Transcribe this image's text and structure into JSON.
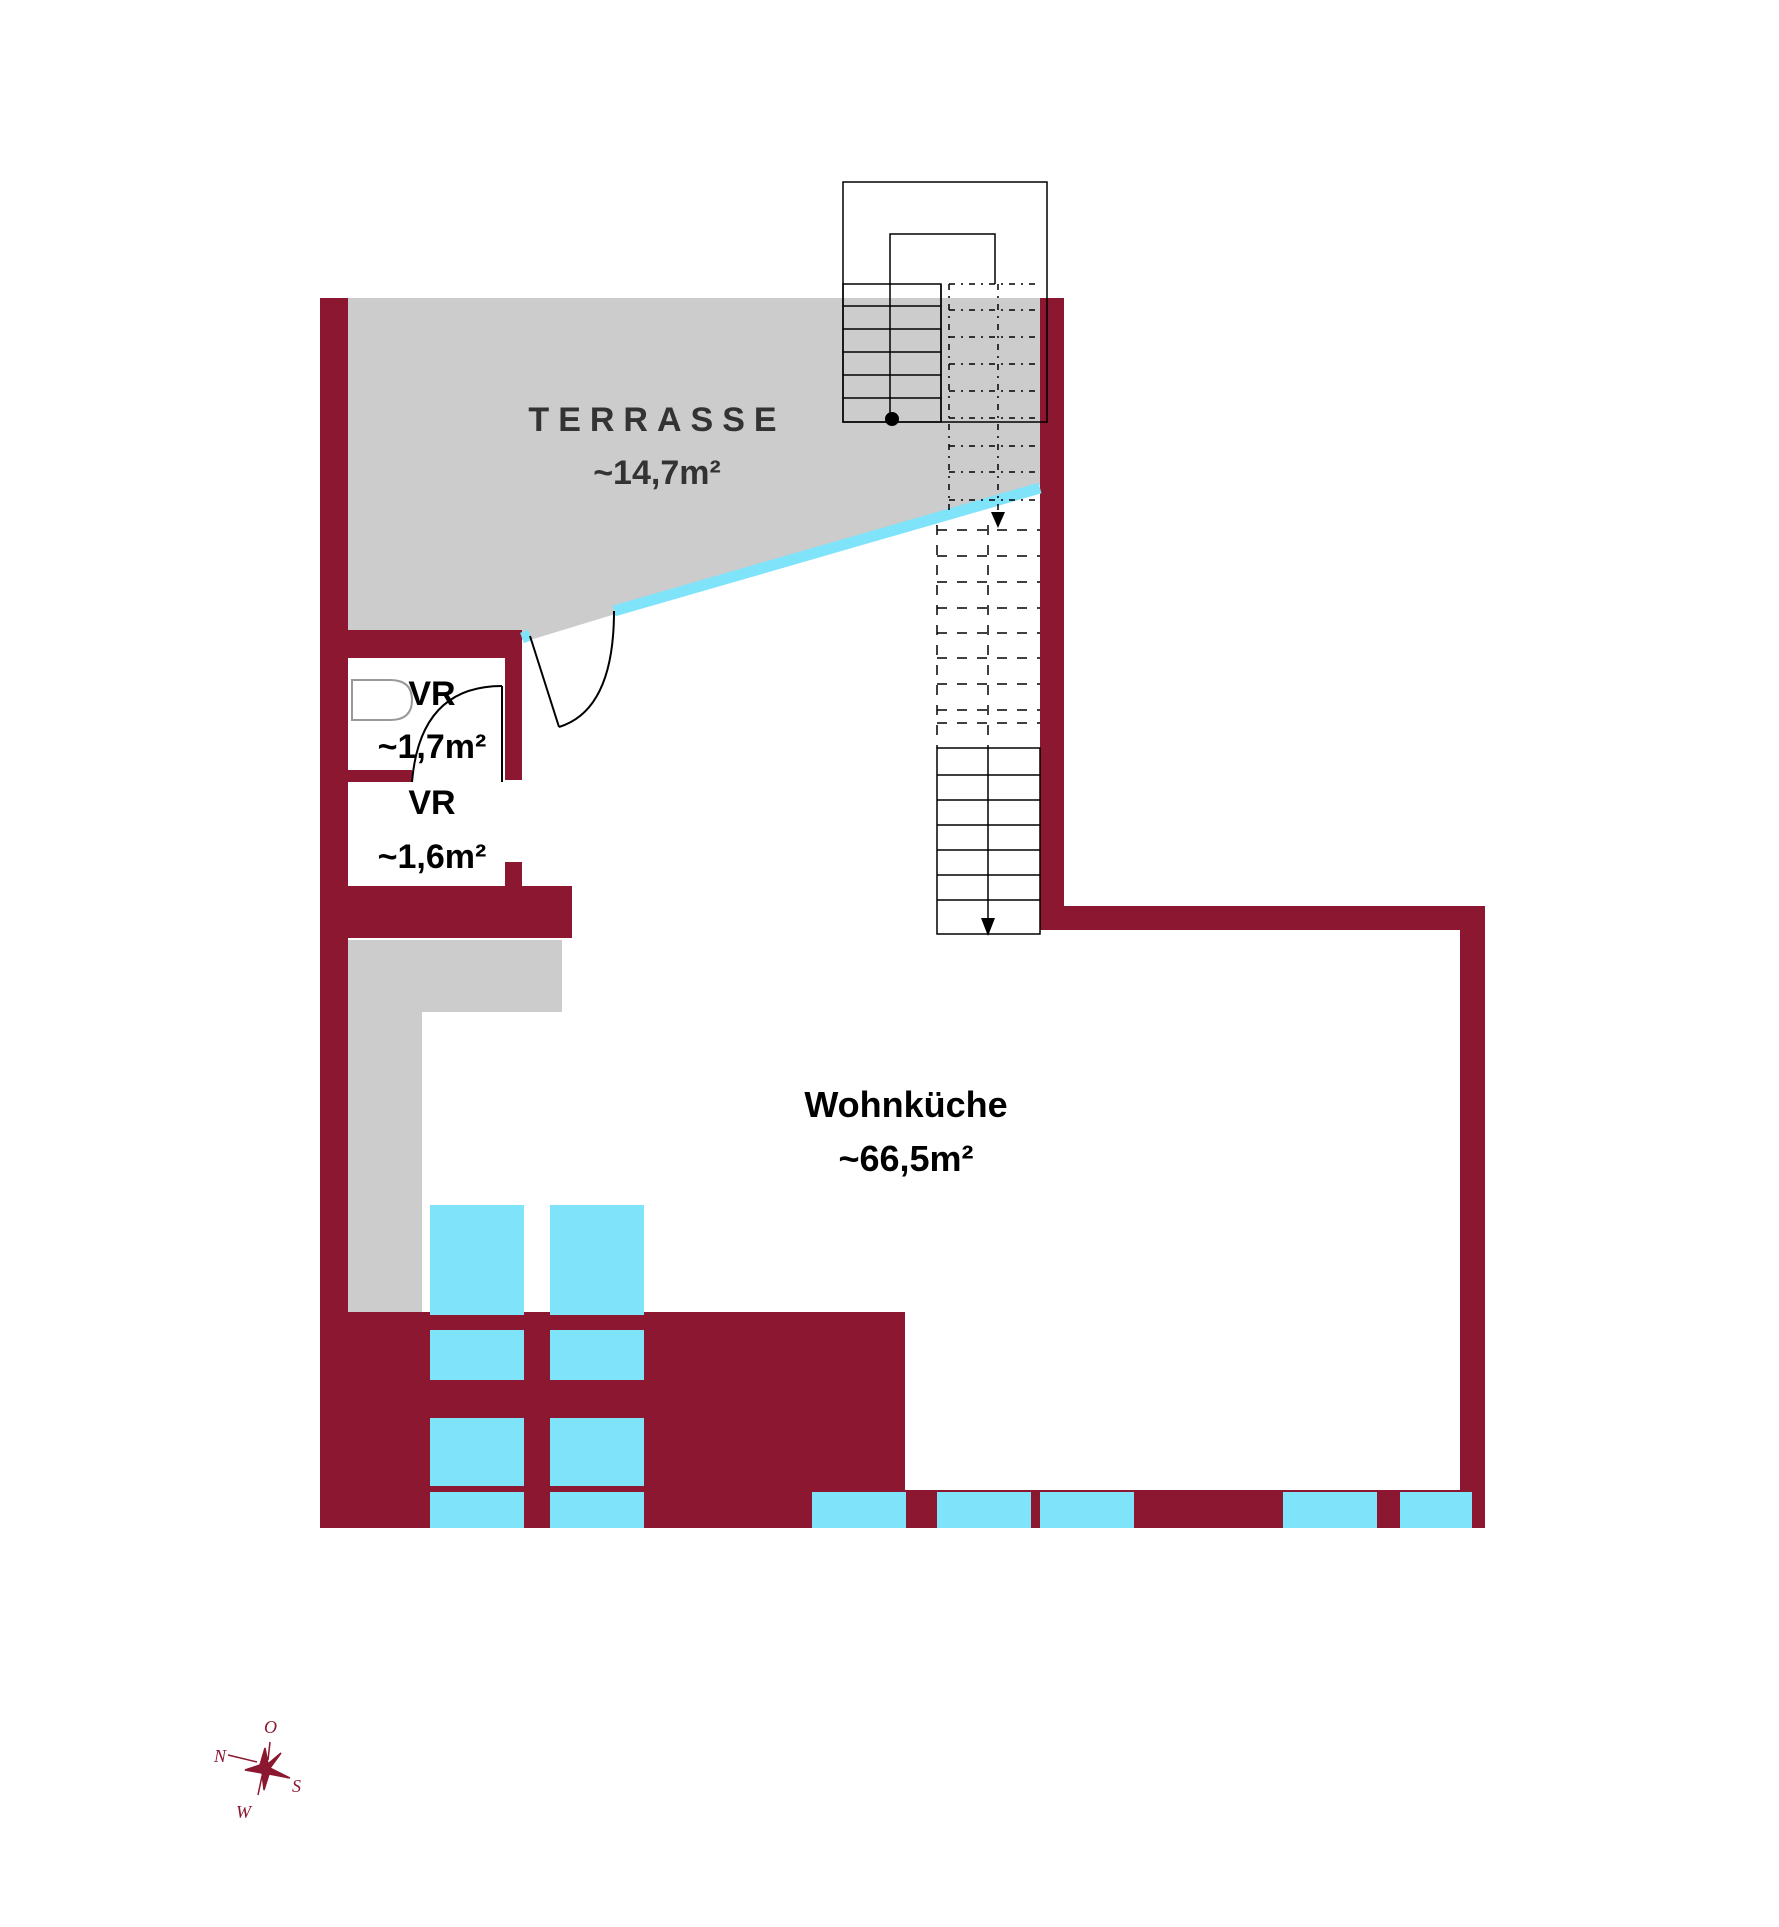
{
  "rooms": {
    "terrasse": {
      "name": "TERRASSE",
      "area": "~14,7m²"
    },
    "vr1": {
      "name": "VR",
      "area": "~1,7m²"
    },
    "vr2": {
      "name": "VR",
      "area": "~1,6m²"
    },
    "wohnkueche": {
      "name": "Wohnküche",
      "area": "~66,5m²"
    }
  },
  "compass": {
    "north": "N",
    "east": "O",
    "south": "S",
    "west": "W"
  },
  "colors": {
    "wall": "#8B1730",
    "window": "#7FE3FA",
    "terrace_fill": "#CCCCCC",
    "line": "#000000"
  }
}
